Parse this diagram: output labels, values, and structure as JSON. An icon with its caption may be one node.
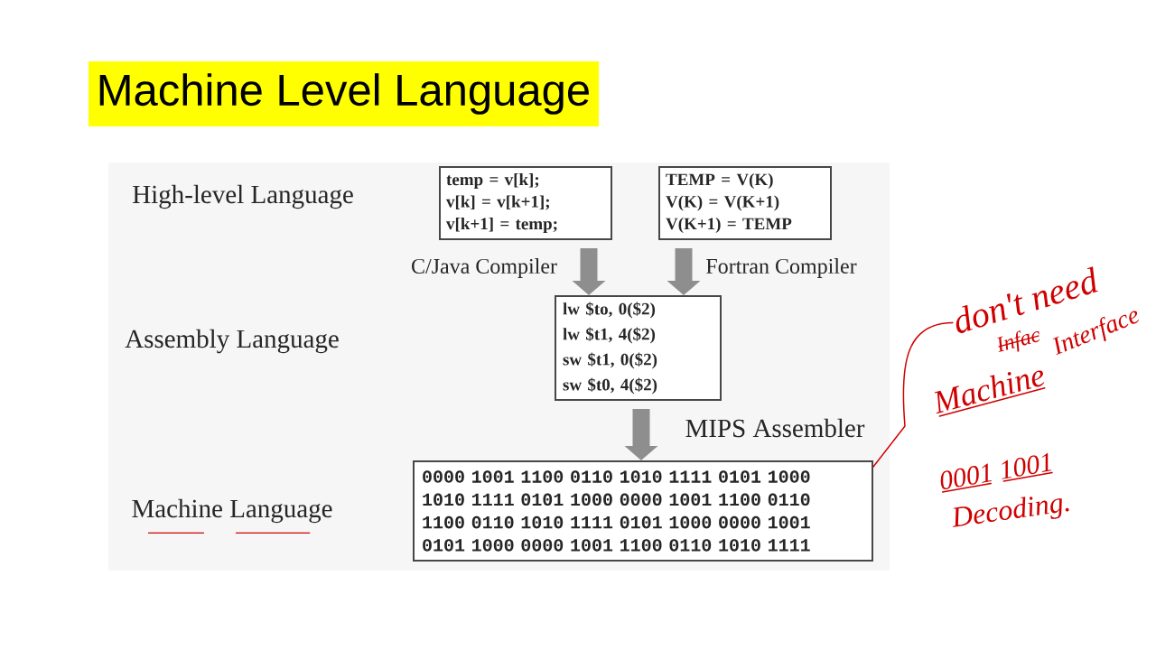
{
  "diagram": {
    "title": "Machine Level Language",
    "nodes": [
      {
        "text": [
          "temp = v[k];",
          "v[k] = v[k+1];",
          "v[k+1] = temp;"
        ]
      },
      {
        "text": [
          "TEMP = V(K)",
          "V(K) = V(K+1)",
          "V(K+1) = TEMP"
        ]
      },
      {
        "text": [
          "lw $to, 0($2)",
          "lw $t1, 4($2)",
          "sw $t1, 0($2)",
          "sw $t0, 4($2)"
        ]
      },
      {
        "text": [
          "0000 1001 1100 0110 1010 1111 0101 1000",
          "1010 1111 0101 1000 0000 1001 1100 0110",
          "1100 0110 1010 1111 0101 1000 0000 1001",
          "0101 1000 0000 1001 1100 0110 1010 1111"
        ]
      },
      {
        "text": [
          "don't need"
        ]
      }
    ],
    "edges": [
      {
        "from": 0,
        "to": 2,
        "arrow": "to",
        "label": "C/Java Compiler"
      },
      {
        "from": 1,
        "to": 2,
        "arrow": "to",
        "label": "Fortran Compiler"
      },
      {
        "from": 2,
        "to": 3,
        "arrow": "to",
        "label": "MIPS Assembler"
      },
      {
        "from": 4,
        "to": 3,
        "arrow": "none",
        "color": "#d00000"
      }
    ],
    "labels": [
      "High-level Language",
      "Assembly Language",
      "Machine Language",
      "Infac",
      "Interface",
      "Machine",
      "0001 1001",
      "Decoding."
    ]
  }
}
